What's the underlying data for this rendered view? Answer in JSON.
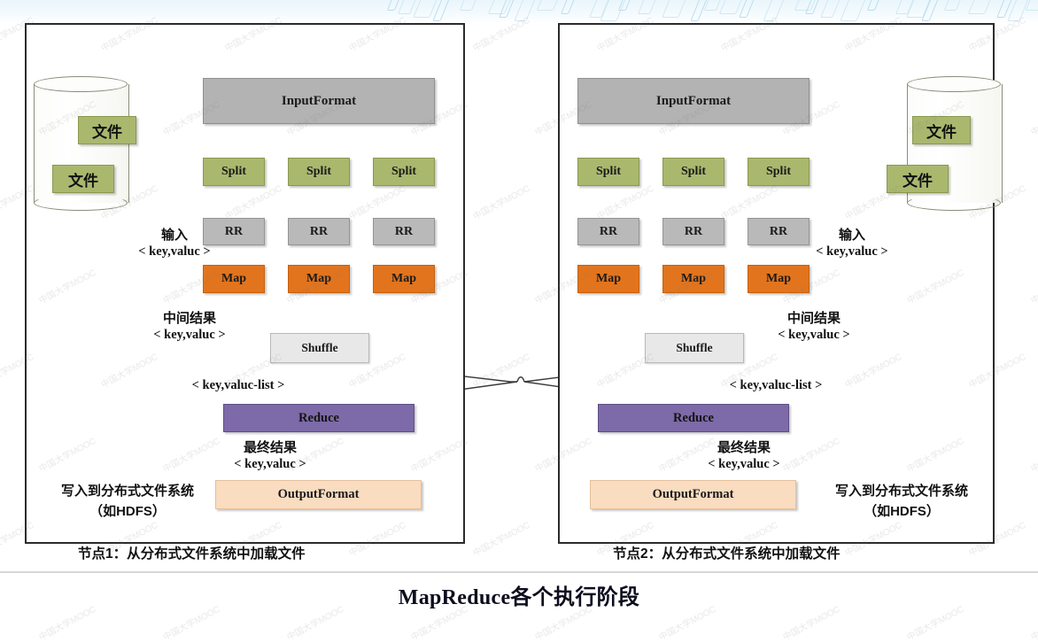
{
  "title": "MapReduce各个执行阶段",
  "colors": {
    "input_format": "#b3b3b3",
    "split": "#aab86e",
    "record_reader": "#b9b9b9",
    "map": "#e2741d",
    "shuffle": "#e8e8e8",
    "reduce": "#7d6aa8",
    "output_format": "#fadcc0",
    "file": "#aab86e",
    "panel_border": "#2b2b2b",
    "annotation_highlight": "#e81c1c",
    "top_band": "#eaf6fc"
  },
  "watermark": "中国大学MOOC",
  "nodes": [
    {
      "id": "node1",
      "caption": "节点1：从分布式文件系统中加载文件",
      "storage": {
        "files": [
          "文件",
          "文件"
        ]
      },
      "input_format": "InputFormat",
      "splits": [
        "Split",
        "Split",
        "Split"
      ],
      "record_readers": [
        "RR",
        "RR",
        "RR"
      ],
      "maps": [
        "Map",
        "Map",
        "Map"
      ],
      "shuffle": "Shuffle",
      "reduce": "Reduce",
      "output_format": "OutputFormat",
      "labels": {
        "input": "输入",
        "input_kv": "< key,valuc >",
        "intermediate": "中间结果",
        "intermediate_kv": "< key,valuc >",
        "shuffle_kv": "< key,valuc-list >",
        "final": "最终结果",
        "final_kv": "< key,valuc >",
        "write_line1": "写入到分布式文件系统",
        "write_line2": "（如HDFS）"
      },
      "shuffle_highlighted": true
    },
    {
      "id": "node2",
      "caption": "节点2：从分布式文件系统中加载文件",
      "storage": {
        "files": [
          "文件",
          "文件"
        ]
      },
      "input_format": "InputFormat",
      "splits": [
        "Split",
        "Split",
        "Split"
      ],
      "record_readers": [
        "RR",
        "RR",
        "RR"
      ],
      "maps": [
        "Map",
        "Map",
        "Map"
      ],
      "shuffle": "Shuffle",
      "reduce": "Reduce",
      "output_format": "OutputFormat",
      "labels": {
        "input": "输入",
        "input_kv": "< key,valuc >",
        "intermediate": "中间结果",
        "intermediate_kv": "< key,valuc >",
        "shuffle_kv": "< key,valuc-list >",
        "final": "最终结果",
        "final_kv": "< key,valuc >",
        "write_line1": "写入到分布式文件系统",
        "write_line2": "（如HDFS）"
      },
      "shuffle_highlighted": false
    }
  ]
}
